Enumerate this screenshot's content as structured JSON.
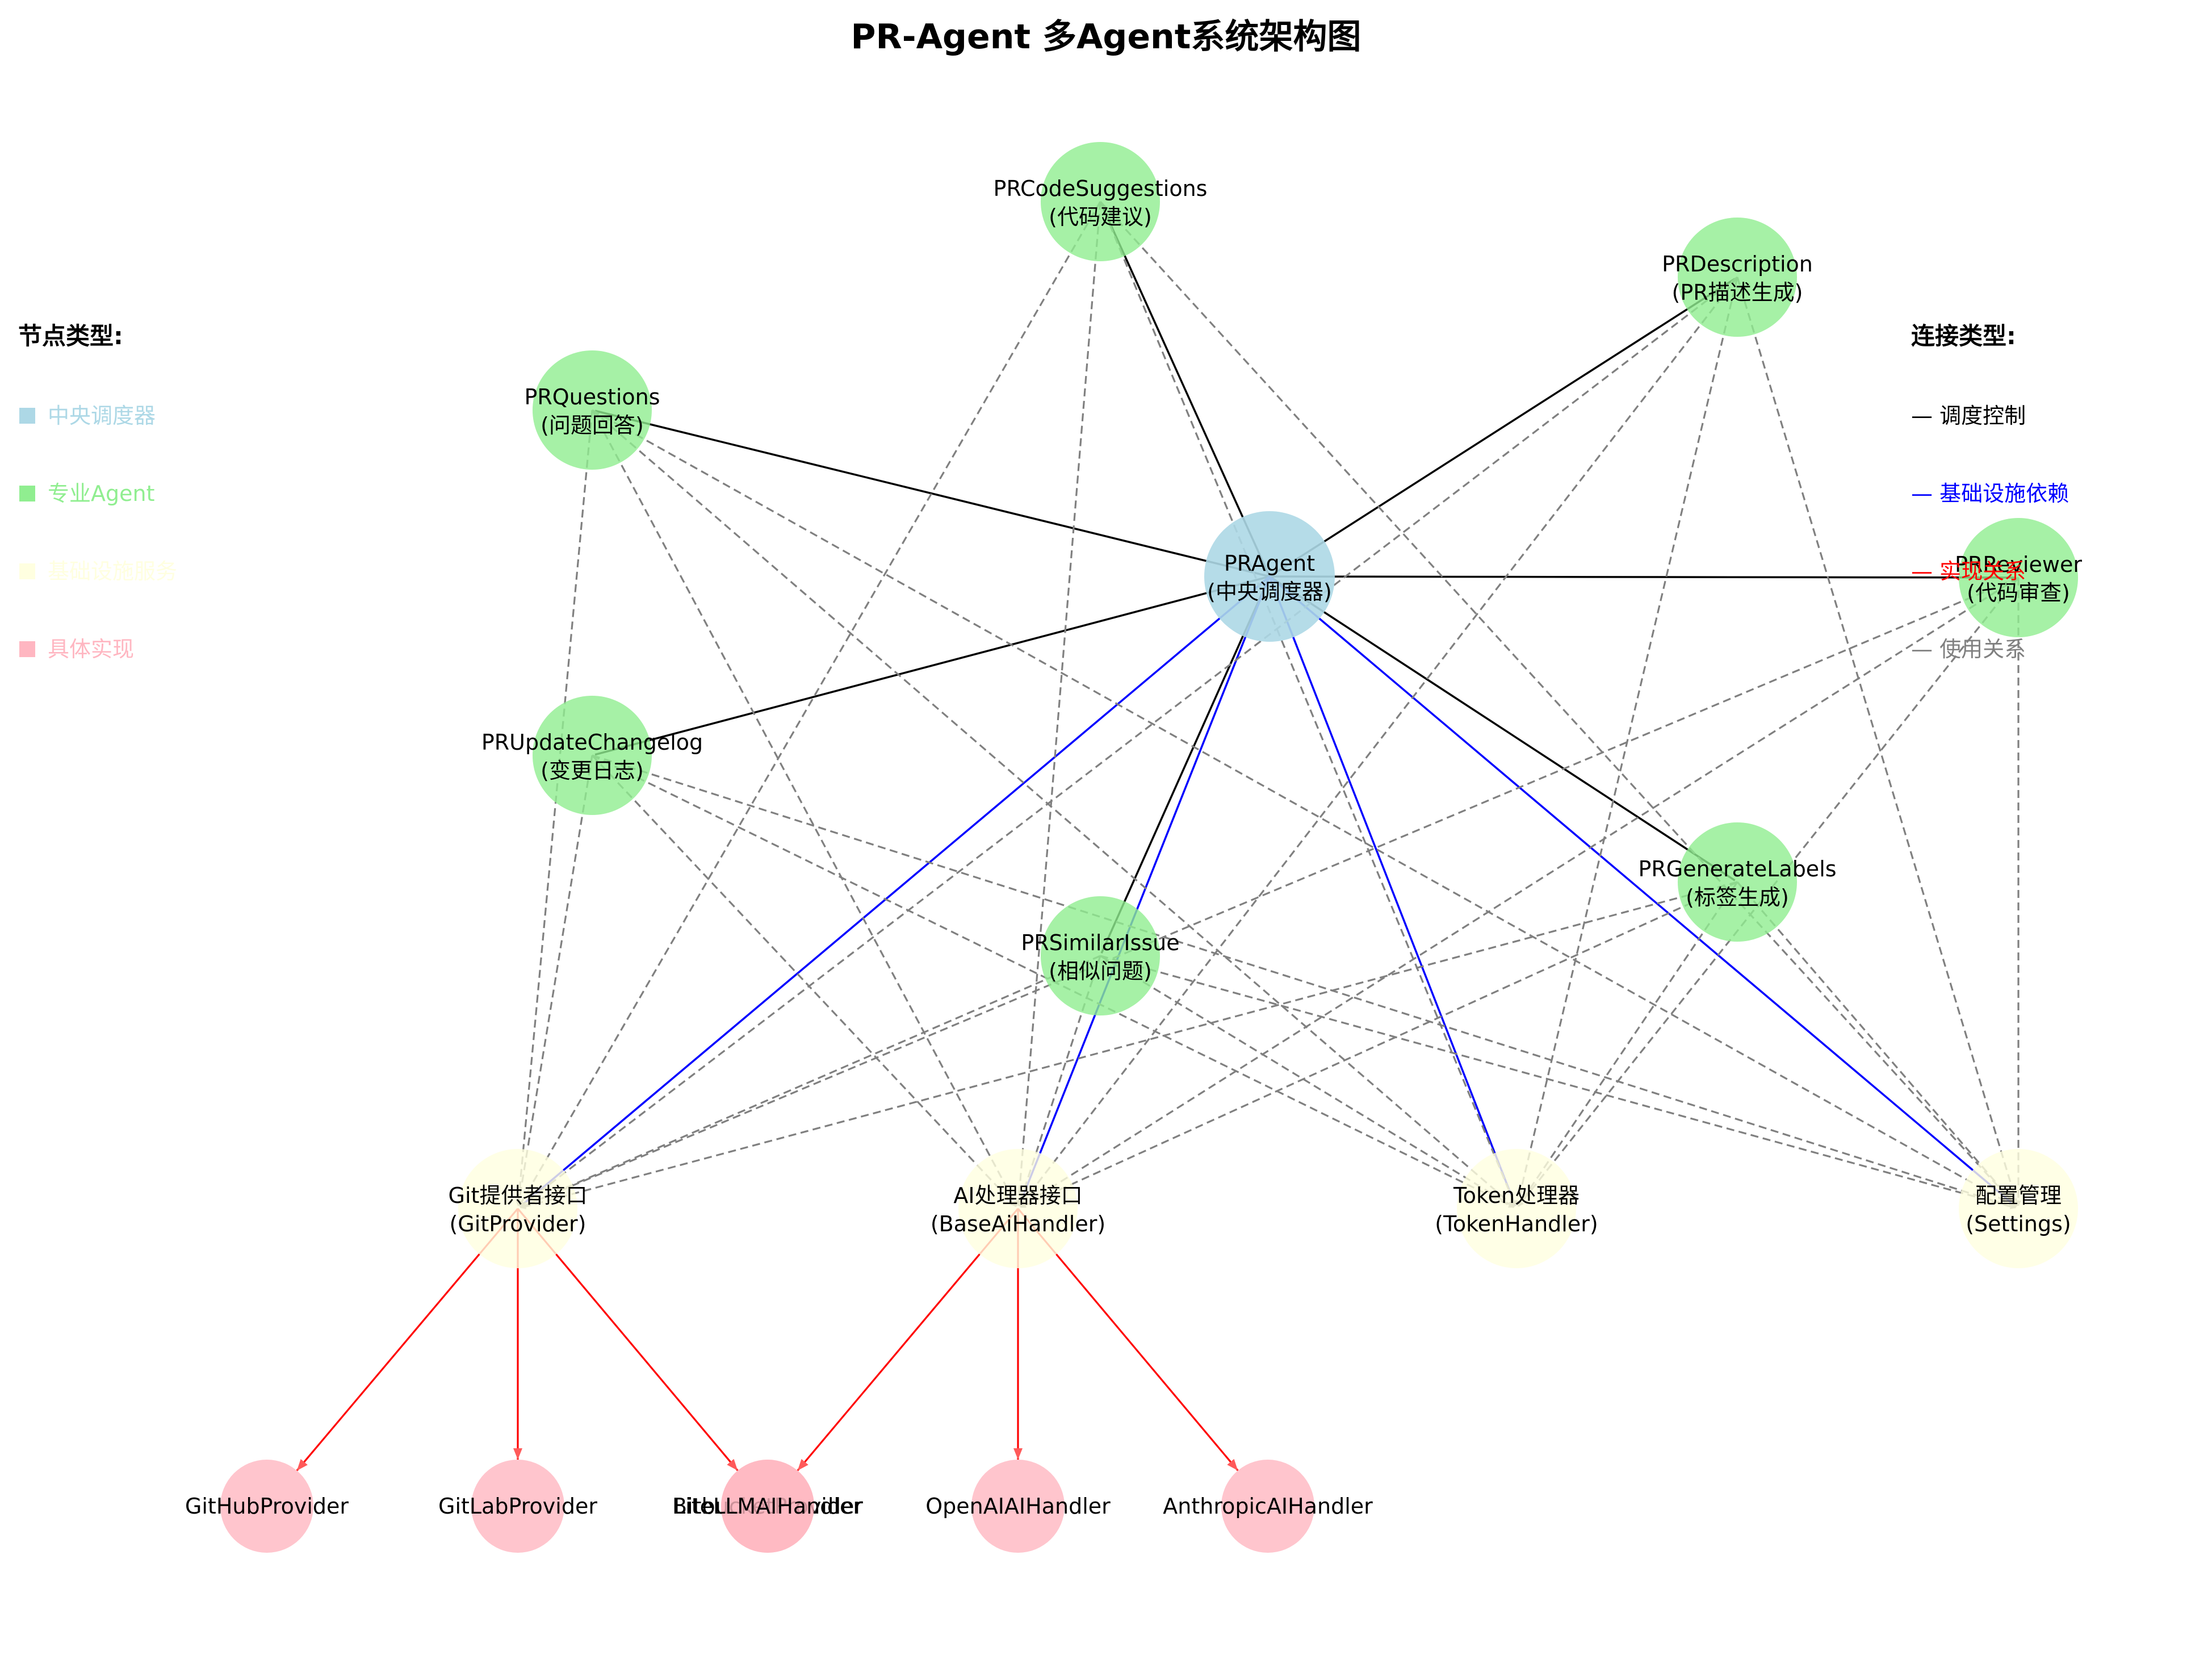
{
  "title": "PR-Agent 多Agent系统架构图",
  "colors": {
    "coordinator": "#add8e6",
    "agent": "#90ee90",
    "infra": "#ffffe0",
    "impl": "#ffb6c1",
    "control": "#000000",
    "infra_dep": "#0000ff",
    "implements": "#ff0000",
    "uses": "#808080"
  },
  "legend_nodes": {
    "title": "节点类型:",
    "items": [
      {
        "label": "中央调度器",
        "color": "#add8e6"
      },
      {
        "label": "专业Agent",
        "color": "#90ee90"
      },
      {
        "label": "基础设施服务",
        "color": "#ffffe0"
      },
      {
        "label": "具体实现",
        "color": "#ffb6c1"
      }
    ]
  },
  "legend_edges": {
    "title": "连接类型:",
    "items": [
      {
        "label": "调度控制",
        "color": "#000000"
      },
      {
        "label": "基础设施依赖",
        "color": "#0000ff"
      },
      {
        "label": "实现关系",
        "color": "#ff0000"
      },
      {
        "label": "使用关系",
        "color": "#808080"
      }
    ]
  },
  "nodes": [
    {
      "id": "pragent",
      "kind": "coordinator",
      "line1": "PRAgent",
      "line2": "(中央调度器)"
    },
    {
      "id": "codesug",
      "kind": "agent",
      "line1": "PRCodeSuggestions",
      "line2": "(代码建议)"
    },
    {
      "id": "desc",
      "kind": "agent",
      "line1": "PRDescription",
      "line2": "(PR描述生成)"
    },
    {
      "id": "questions",
      "kind": "agent",
      "line1": "PRQuestions",
      "line2": "(问题回答)"
    },
    {
      "id": "reviewer",
      "kind": "agent",
      "line1": "PRReviewer",
      "line2": "(代码审查)"
    },
    {
      "id": "changelog",
      "kind": "agent",
      "line1": "PRUpdateChangelog",
      "line2": "(变更日志)"
    },
    {
      "id": "labels",
      "kind": "agent",
      "line1": "PRGenerateLabels",
      "line2": "(标签生成)"
    },
    {
      "id": "similar",
      "kind": "agent",
      "line1": "PRSimilarIssue",
      "line2": "(相似问题)"
    },
    {
      "id": "git",
      "kind": "infra",
      "line1": "Git提供者接口",
      "line2": "(GitProvider)"
    },
    {
      "id": "ai",
      "kind": "infra",
      "line1": "AI处理器接口",
      "line2": "(BaseAiHandler)"
    },
    {
      "id": "token",
      "kind": "infra",
      "line1": "Token处理器",
      "line2": "(TokenHandler)"
    },
    {
      "id": "settings",
      "kind": "infra",
      "line1": "配置管理",
      "line2": "(Settings)"
    },
    {
      "id": "github",
      "kind": "impl",
      "line1": "GitHubProvider",
      "line2": ""
    },
    {
      "id": "gitlab",
      "kind": "impl",
      "line1": "GitLabProvider",
      "line2": ""
    },
    {
      "id": "bitbucket",
      "kind": "impl",
      "line1": "BitbucketProvider",
      "line2": ""
    },
    {
      "id": "litellm",
      "kind": "impl",
      "line1": "LiteLLMAIHandler",
      "line2": ""
    },
    {
      "id": "openai",
      "kind": "impl",
      "line1": "OpenAIAIHandler",
      "line2": ""
    },
    {
      "id": "anthropic",
      "kind": "impl",
      "line1": "AnthropicAIHandler",
      "line2": ""
    }
  ],
  "edges": [
    {
      "from": "pragent",
      "to": "codesug",
      "type": "control"
    },
    {
      "from": "pragent",
      "to": "desc",
      "type": "control"
    },
    {
      "from": "pragent",
      "to": "questions",
      "type": "control"
    },
    {
      "from": "pragent",
      "to": "reviewer",
      "type": "control"
    },
    {
      "from": "pragent",
      "to": "changelog",
      "type": "control"
    },
    {
      "from": "pragent",
      "to": "labels",
      "type": "control"
    },
    {
      "from": "pragent",
      "to": "similar",
      "type": "control"
    },
    {
      "from": "pragent",
      "to": "git",
      "type": "infra_dep"
    },
    {
      "from": "pragent",
      "to": "ai",
      "type": "infra_dep"
    },
    {
      "from": "pragent",
      "to": "token",
      "type": "infra_dep"
    },
    {
      "from": "pragent",
      "to": "settings",
      "type": "infra_dep"
    },
    {
      "from": "git",
      "to": "github",
      "type": "implements"
    },
    {
      "from": "git",
      "to": "gitlab",
      "type": "implements"
    },
    {
      "from": "git",
      "to": "bitbucket",
      "type": "implements"
    },
    {
      "from": "ai",
      "to": "litellm",
      "type": "implements"
    },
    {
      "from": "ai",
      "to": "openai",
      "type": "implements"
    },
    {
      "from": "ai",
      "to": "anthropic",
      "type": "implements"
    },
    {
      "from": "codesug",
      "to": "git",
      "type": "uses"
    },
    {
      "from": "codesug",
      "to": "ai",
      "type": "uses"
    },
    {
      "from": "codesug",
      "to": "token",
      "type": "uses"
    },
    {
      "from": "codesug",
      "to": "settings",
      "type": "uses"
    },
    {
      "from": "desc",
      "to": "git",
      "type": "uses"
    },
    {
      "from": "desc",
      "to": "ai",
      "type": "uses"
    },
    {
      "from": "desc",
      "to": "token",
      "type": "uses"
    },
    {
      "from": "desc",
      "to": "settings",
      "type": "uses"
    },
    {
      "from": "questions",
      "to": "git",
      "type": "uses"
    },
    {
      "from": "questions",
      "to": "ai",
      "type": "uses"
    },
    {
      "from": "questions",
      "to": "token",
      "type": "uses"
    },
    {
      "from": "questions",
      "to": "settings",
      "type": "uses"
    },
    {
      "from": "reviewer",
      "to": "git",
      "type": "uses"
    },
    {
      "from": "reviewer",
      "to": "ai",
      "type": "uses"
    },
    {
      "from": "reviewer",
      "to": "token",
      "type": "uses"
    },
    {
      "from": "reviewer",
      "to": "settings",
      "type": "uses"
    },
    {
      "from": "changelog",
      "to": "git",
      "type": "uses"
    },
    {
      "from": "changelog",
      "to": "ai",
      "type": "uses"
    },
    {
      "from": "changelog",
      "to": "token",
      "type": "uses"
    },
    {
      "from": "changelog",
      "to": "settings",
      "type": "uses"
    },
    {
      "from": "labels",
      "to": "git",
      "type": "uses"
    },
    {
      "from": "labels",
      "to": "ai",
      "type": "uses"
    },
    {
      "from": "labels",
      "to": "token",
      "type": "uses"
    },
    {
      "from": "labels",
      "to": "settings",
      "type": "uses"
    },
    {
      "from": "similar",
      "to": "git",
      "type": "uses"
    },
    {
      "from": "similar",
      "to": "ai",
      "type": "uses"
    },
    {
      "from": "similar",
      "to": "token",
      "type": "uses"
    },
    {
      "from": "similar",
      "to": "settings",
      "type": "uses"
    }
  ]
}
